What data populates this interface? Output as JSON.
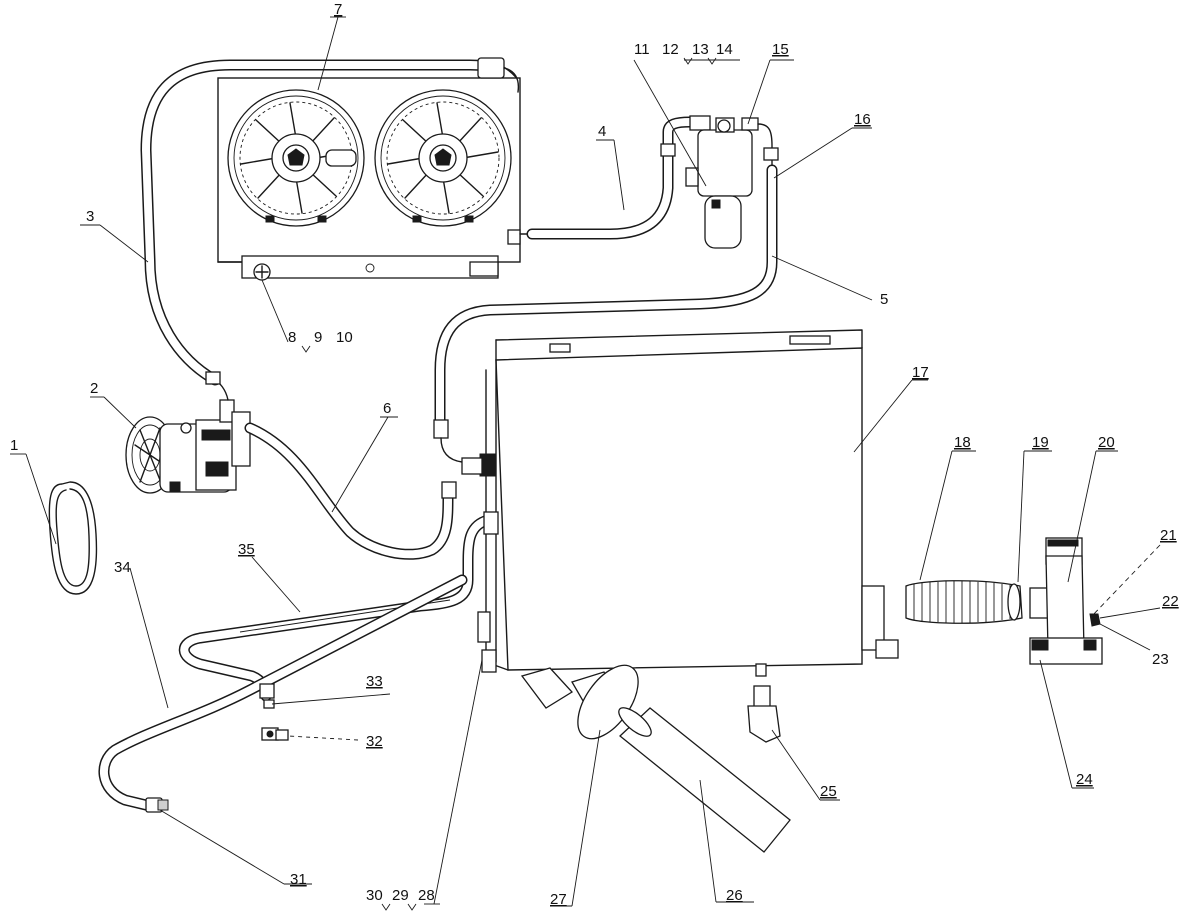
{
  "labels": {
    "l1": "1",
    "l2": "2",
    "l3": "3",
    "l4": "4",
    "l5": "5",
    "l6": "6",
    "l7": "7",
    "l8": "8",
    "l9": "9",
    "l10": "10",
    "l11": "11",
    "l12": "12",
    "l13": "13",
    "l14": "14",
    "l15": "15",
    "l16": "16",
    "l17": "17",
    "l18": "18",
    "l19": "19",
    "l20": "20",
    "l21": "21",
    "l22": "22",
    "l23": "23",
    "l24": "24",
    "l25": "25",
    "l26": "26",
    "l27": "27",
    "l28": "28",
    "l29": "29",
    "l30": "30",
    "l31": "31",
    "l32": "32",
    "l33": "33",
    "l34": "34",
    "l35": "35"
  },
  "colors": {
    "line": "#1a1a1a",
    "background": "#ffffff"
  },
  "icons": {
    "fan": "fan-icon",
    "compressor": "compressor-icon",
    "belt": "belt-icon"
  }
}
